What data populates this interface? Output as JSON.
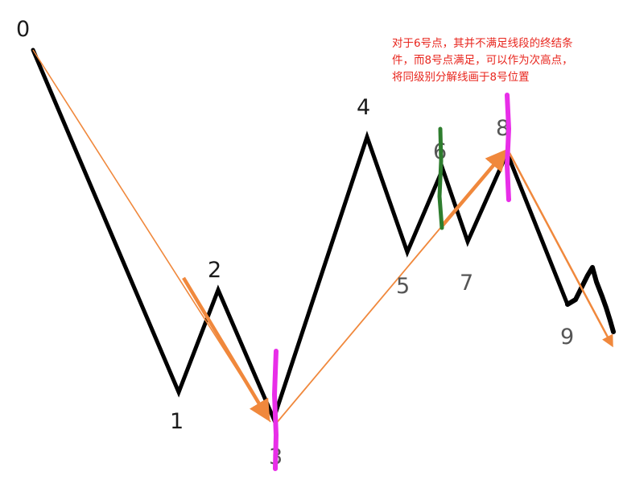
{
  "point_labels": [
    "0",
    "1",
    "2",
    "3",
    "4",
    "5",
    "6",
    "7",
    "8",
    "9"
  ],
  "annotation": {
    "line1": "对于6号点，其并不满足线段的终结条",
    "line2": "件，而8号点满足，可以作为次高点，",
    "line3": "将同级别分解线画于8号位置"
  },
  "colors": {
    "zigzag": "#000000",
    "segment_arrows": "#f0883c",
    "segment_end_marker": "#e82ee8",
    "rejected_marker": "#2e7d2e",
    "annotation_text": "#e8261e"
  }
}
